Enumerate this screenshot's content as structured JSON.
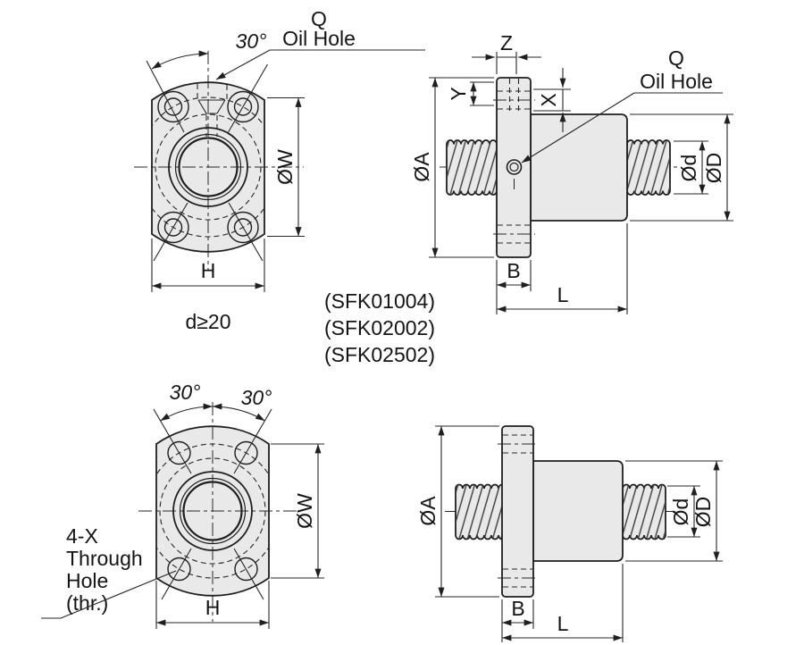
{
  "colors": {
    "part_fill": "#e9e9e9",
    "line": "#1f1f1f",
    "background": "#ffffff"
  },
  "views": {
    "front_top": {
      "q": "Q",
      "oil_hole": "Oil Hole",
      "angle": "30°",
      "dia_w": "ØW",
      "h": "H",
      "note": "d≥20"
    },
    "side_top": {
      "z": "Z",
      "y": "Y",
      "x": "X",
      "q": "Q",
      "oil_hole": "Oil Hole",
      "dia_a": "ØA",
      "dia_d_small": "Ød",
      "dia_d_big": "ØD",
      "b": "B",
      "l": "L"
    },
    "front_bottom": {
      "angle_left": "30°",
      "angle_right": "30°",
      "dia_w": "ØW",
      "h": "H",
      "callout": [
        "4-X",
        "Through",
        "Hole",
        "(thr.)"
      ]
    },
    "side_bottom": {
      "dia_a": "ØA",
      "dia_d_small": "Ød",
      "dia_d_big": "ØD",
      "b": "B",
      "l": "L"
    }
  },
  "part_numbers": [
    "(SFK01004)",
    "(SFK02002)",
    "(SFK02502)"
  ]
}
